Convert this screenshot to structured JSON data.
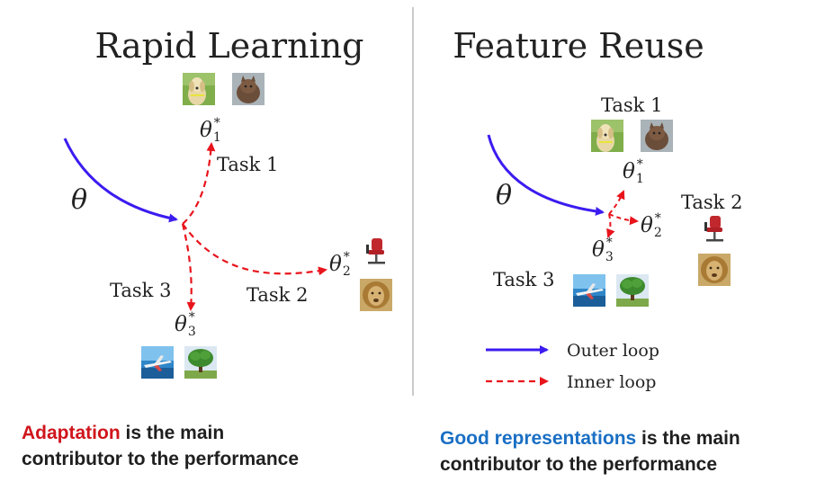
{
  "left": {
    "title": "Rapid Learning",
    "theta": "θ",
    "theta1": "θ",
    "theta2": "θ",
    "theta3": "θ",
    "sub1": "1",
    "sub2": "2",
    "sub3": "3",
    "star": "*",
    "task1": "Task 1",
    "task2": "Task 2",
    "task3": "Task 3",
    "caption_highlight": "Adaptation",
    "caption_rest": " is the main",
    "caption_line2": "contributor to the performance"
  },
  "right": {
    "title": "Feature Reuse",
    "theta": "θ",
    "theta1": "θ",
    "theta2": "θ",
    "theta3": "θ",
    "sub1": "1",
    "sub2": "2",
    "sub3": "3",
    "star": "*",
    "task1": "Task 1",
    "task2": "Task 2",
    "task3": "Task 3",
    "legend_outer": "Outer loop",
    "legend_inner": "Inner loop",
    "caption_highlight": "Good representations",
    "caption_rest": " is the main",
    "caption_line2": "contributor to the performance"
  },
  "colors": {
    "outer_loop": "#3b1cf0",
    "inner_loop": "#e8141c",
    "adaptation_text": "#d0151c",
    "representations_text": "#1a6fc4",
    "divider": "#b9b9b9"
  },
  "icons": [
    "dog-image-icon",
    "cat-image-icon",
    "chair-image-icon",
    "lion-image-icon",
    "airplane-image-icon",
    "tree-image-icon"
  ]
}
